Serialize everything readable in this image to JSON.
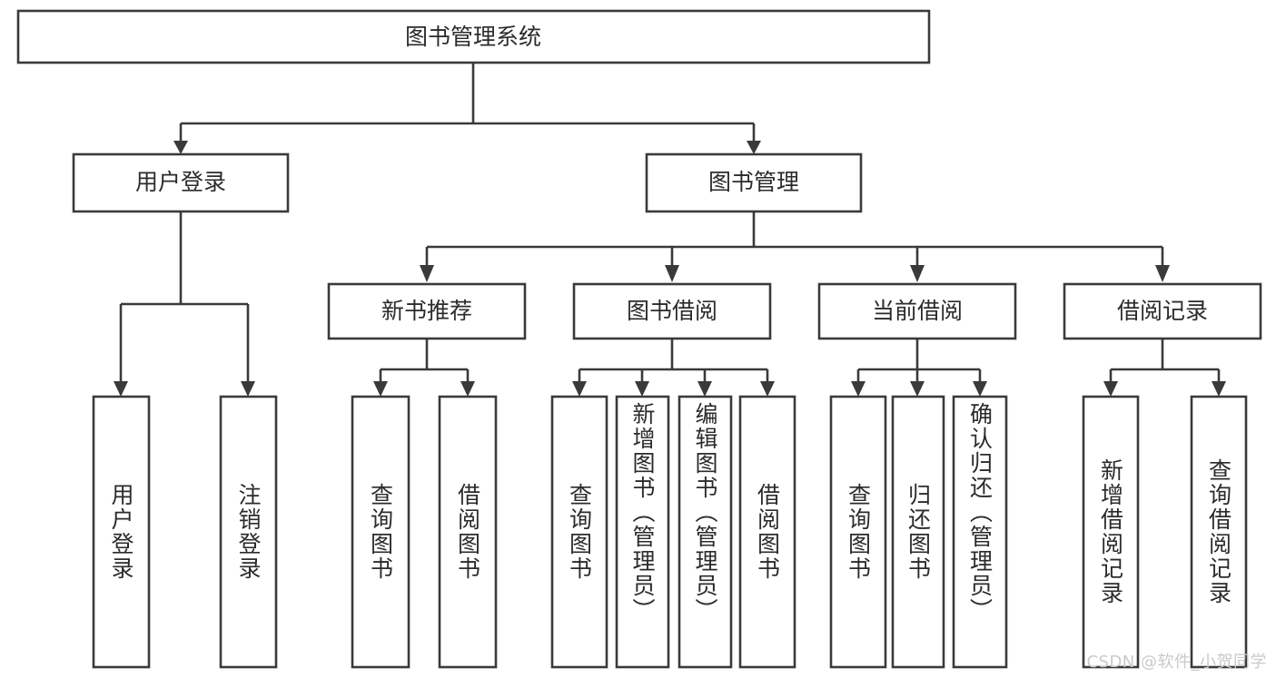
{
  "diagram": {
    "type": "tree",
    "title_node": {
      "id": "root",
      "label": "图书管理系统"
    },
    "level2": [
      {
        "id": "user-login",
        "label": "用户登录"
      },
      {
        "id": "book-manage",
        "label": "图书管理"
      }
    ],
    "level3": [
      {
        "id": "new-book-recommend",
        "label": "新书推荐",
        "parent": "book-manage"
      },
      {
        "id": "book-borrow",
        "label": "图书借阅",
        "parent": "book-manage"
      },
      {
        "id": "current-borrow",
        "label": "当前借阅",
        "parent": "book-manage"
      },
      {
        "id": "borrow-record",
        "label": "借阅记录",
        "parent": "book-manage"
      }
    ],
    "leaves": [
      {
        "id": "leaf-user-login",
        "label": "用户登录",
        "parent": "user-login"
      },
      {
        "id": "leaf-logout-login",
        "label": "注销登录",
        "parent": "user-login"
      },
      {
        "id": "leaf-query-book-1",
        "label": "查询图书",
        "parent": "new-book-recommend"
      },
      {
        "id": "leaf-borrow-book-1",
        "label": "借阅图书",
        "parent": "new-book-recommend"
      },
      {
        "id": "leaf-query-book-2",
        "label": "查询图书",
        "parent": "book-borrow"
      },
      {
        "id": "leaf-add-book",
        "label": "新增图书（管理员）",
        "parent": "book-borrow"
      },
      {
        "id": "leaf-edit-book",
        "label": "编辑图书（管理员）",
        "parent": "book-borrow"
      },
      {
        "id": "leaf-borrow-book-2",
        "label": "借阅图书",
        "parent": "book-borrow"
      },
      {
        "id": "leaf-query-book-3",
        "label": "查询图书",
        "parent": "current-borrow"
      },
      {
        "id": "leaf-return-book",
        "label": "归还图书",
        "parent": "current-borrow"
      },
      {
        "id": "leaf-confirm-return",
        "label": "确认归还（管理员）",
        "parent": "current-borrow"
      },
      {
        "id": "leaf-add-record",
        "label": "新增借阅记录",
        "parent": "borrow-record"
      },
      {
        "id": "leaf-query-record",
        "label": "查询借阅记录",
        "parent": "borrow-record"
      }
    ],
    "colors": {
      "stroke": "#3a3a3a",
      "fill": "#ffffff",
      "text": "#2b2b2b",
      "watermark": "#c9c9c9"
    }
  },
  "watermark": {
    "text": "CSDN @软件_小贺同学"
  }
}
